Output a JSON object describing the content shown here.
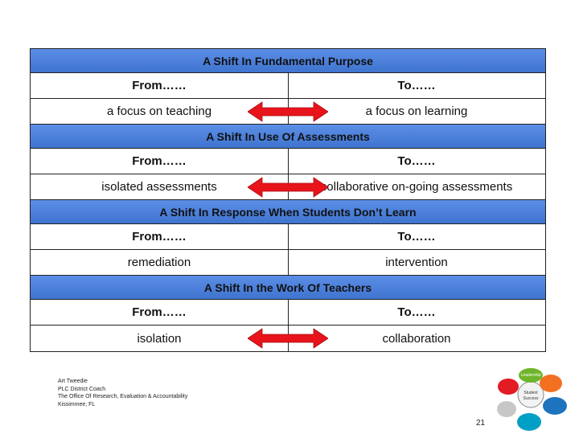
{
  "sections": [
    {
      "title": "A Shift In Fundamental Purpose",
      "from_label": "From……",
      "to_label": "To……",
      "from_value": "a focus on teaching",
      "to_value": "a focus on learning"
    },
    {
      "title": "A Shift In Use Of Assessments",
      "from_label": "From……",
      "to_label": "To……",
      "from_value": "isolated assessments",
      "to_value": "collaborative on-going assessments"
    },
    {
      "title": "A Shift In Response When Students Don’t Learn",
      "from_label": "From……",
      "to_label": "To……",
      "from_value": "remediation",
      "to_value": "intervention"
    },
    {
      "title": "A Shift In the Work Of Teachers",
      "from_label": "From……",
      "to_label": "To……",
      "from_value": "isolation",
      "to_value": "collaboration"
    }
  ],
  "footer": {
    "lines": [
      "Art Tweedie",
      "PLC District Coach",
      "The Office Of Research, Evaluation & Accountability",
      "Kissimmee, FL"
    ]
  },
  "page_number": "21",
  "logo": {
    "center_text_1": "Student",
    "center_text_2": "Success",
    "top_label": "Leadership"
  },
  "colors": {
    "header_bg": "#4a7fd8",
    "arrow": "#e8141b"
  }
}
